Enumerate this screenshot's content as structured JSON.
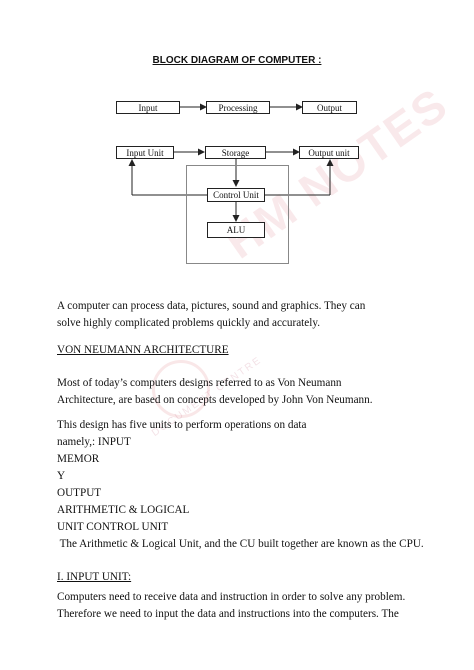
{
  "title": "BLOCK DIAGRAM OF COMPUTER :",
  "diagram": {
    "row1": [
      "Input",
      "Processing",
      "Output"
    ],
    "row2": [
      "Input Unit",
      "Storage",
      "Output unit"
    ],
    "control_unit": "Control Unit",
    "alu": "ALU"
  },
  "paragraphs": {
    "p1_line1": "A computer can process data, pictures, sound and graphics. They can",
    "p1_line2": "solve highly complicated problems quickly and accurately.",
    "heading_von": "VON NEUMANN ARCHITECTURE",
    "p2_line1": "Most of today’s computers designs referred to as Von Neumann",
    "p2_line2": "Architecture, are based on concepts developed by John Von Neumann.",
    "p3_line1": "This design has five units to perform operations on data",
    "p3_line2": "namely,: INPUT",
    "p3_line3": "MEMOR",
    "p3_line4": "Y",
    "p3_line5": "OUTPUT",
    "p3_line6": "ARITHMETIC & LOGICAL",
    "p3_line7": "UNIT CONTROL UNIT",
    "p3_line8": " The Arithmetic & Logical Unit, and the CU built together are known as the CPU.",
    "heading_input": "I. INPUT UNIT:",
    "p4_line1": "Computers need to receive data and instruction in order to solve any problem.",
    "p4_line2": "Therefore we need to input the data and instructions into the computers. The"
  },
  "watermark": {
    "main": "HM NOTES",
    "sub": "DOCUMENT CENTRE"
  }
}
